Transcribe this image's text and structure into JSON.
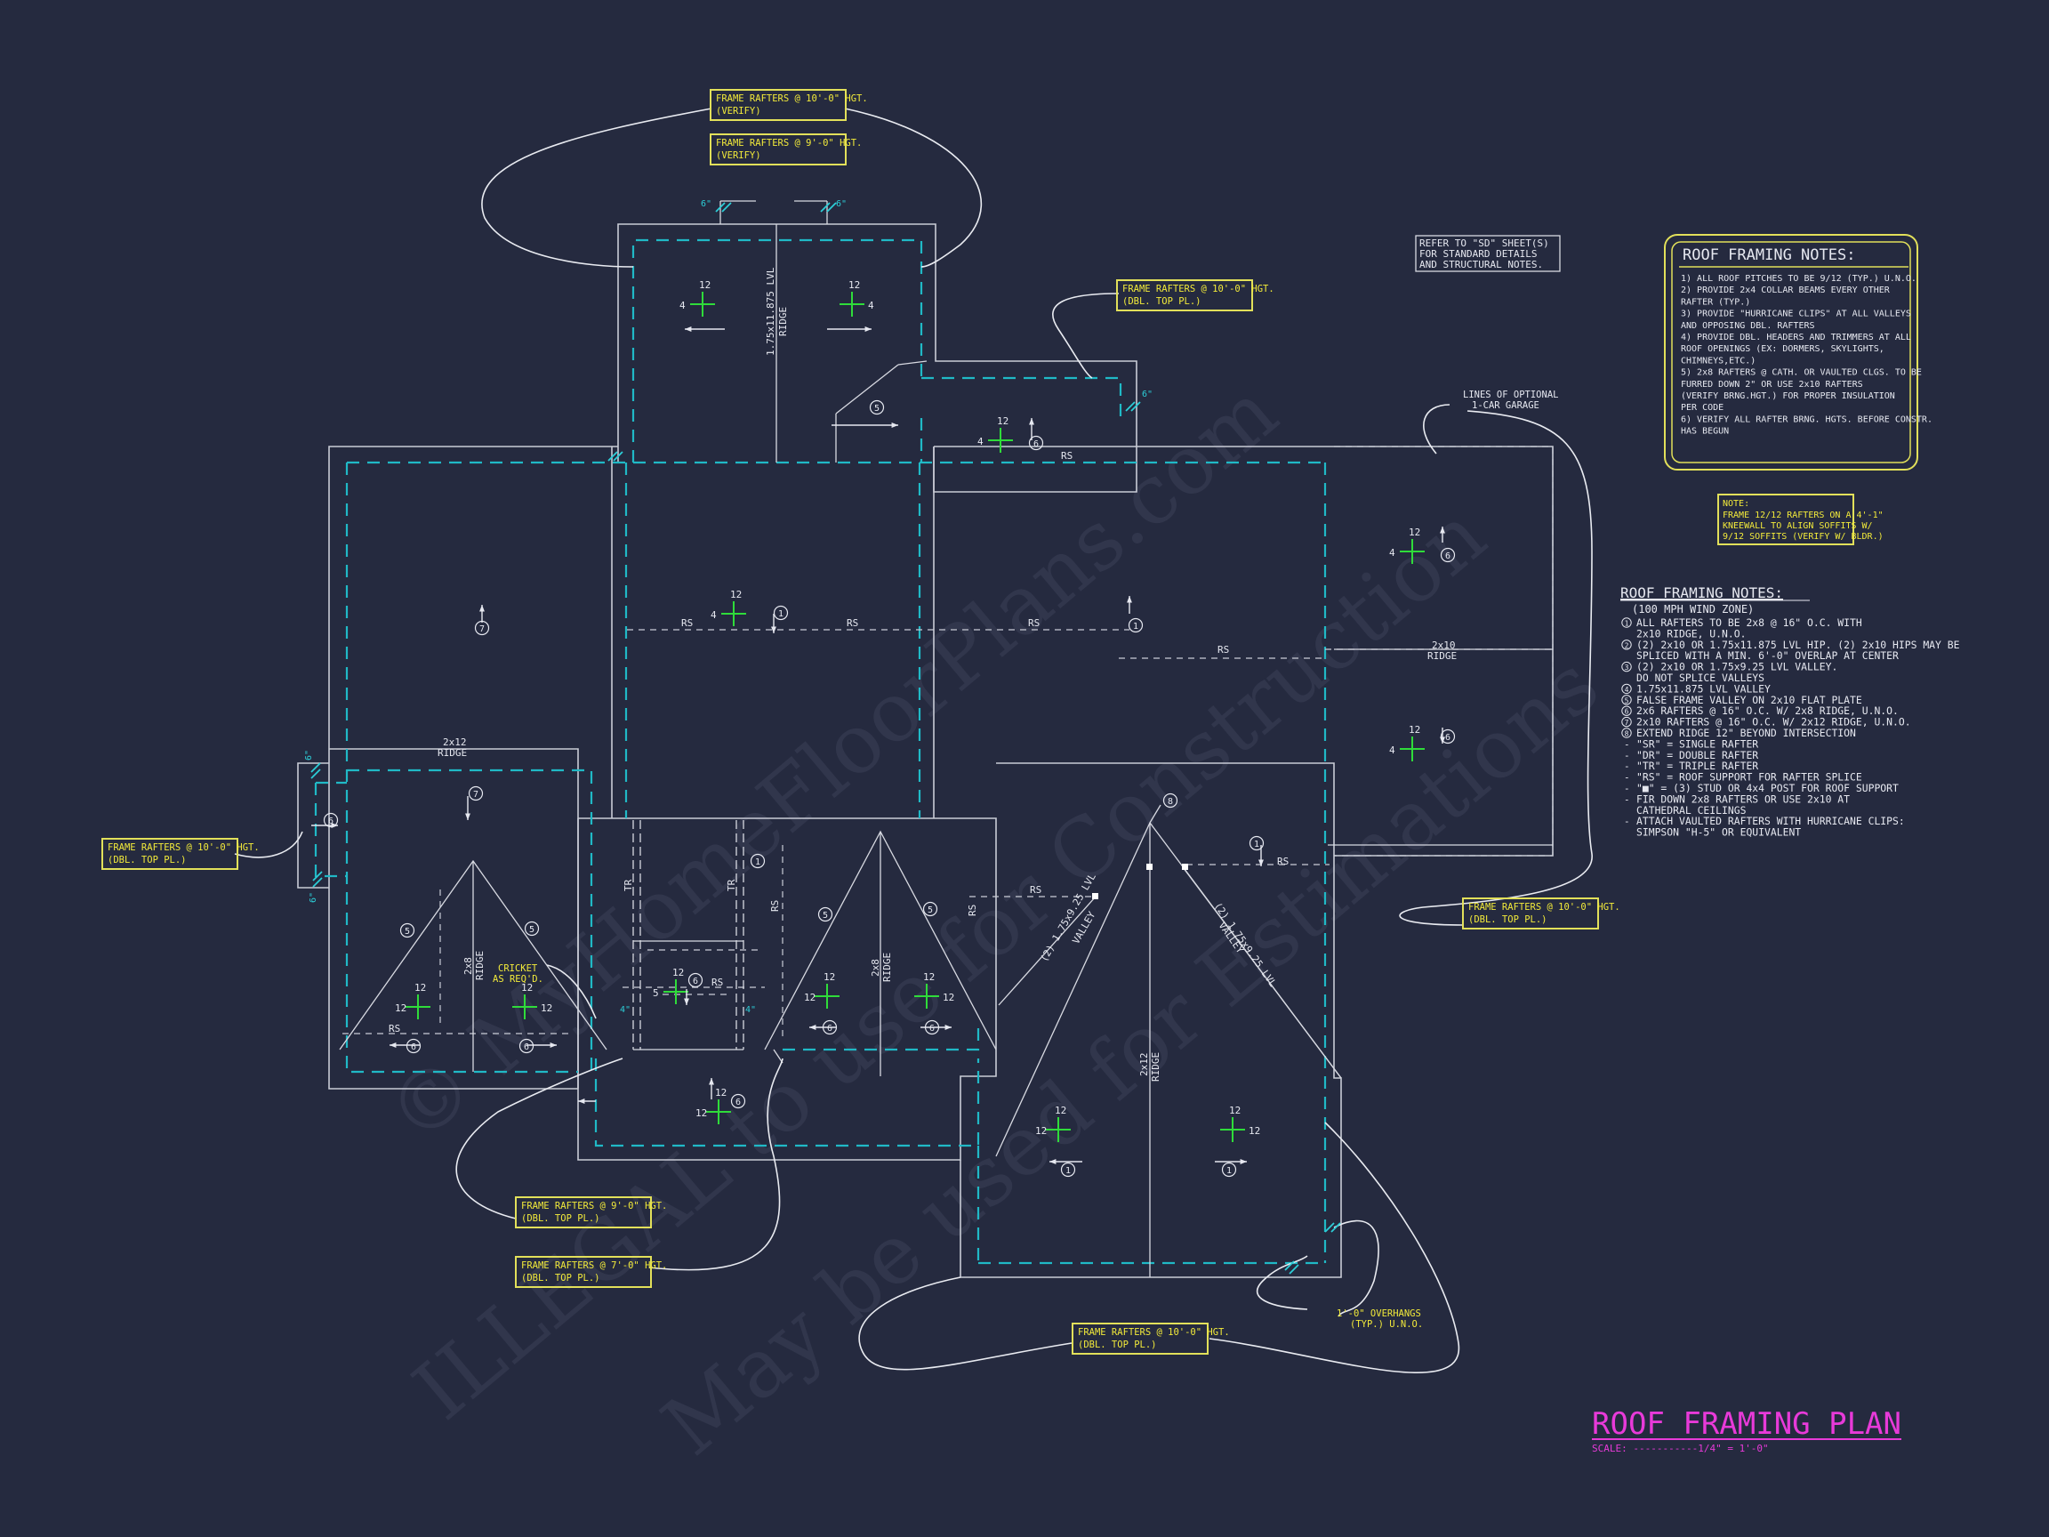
{
  "drawing": {
    "title": "ROOF FRAMING PLAN",
    "scale": "SCALE: -----------1/4\" = 1'-0\""
  },
  "watermark": {
    "line1": "© MyHomeFloorPlans.com",
    "line2": "ILLEGAL to use for Construction",
    "line3": "May be used for Estimations"
  },
  "callouts": {
    "top1": [
      "FRAME RAFTERS @ 10'-0\" HGT.",
      "(VERIFY)"
    ],
    "top2": [
      "FRAME RAFTERS @ 9'-0\" HGT.",
      "(VERIFY)"
    ],
    "upper_right": [
      "FRAME RAFTERS @ 10'-0\" HGT.",
      "(DBL. TOP PL.)"
    ],
    "left": [
      "FRAME RAFTERS @ 10'-0\" HGT.",
      "(DBL. TOP PL.)"
    ],
    "bottom_mid1": [
      "FRAME RAFTERS @ 9'-0\" HGT.",
      "(DBL. TOP PL.)"
    ],
    "bottom_mid2": [
      "FRAME RAFTERS @ 7'-0\" HGT.",
      "(DBL. TOP PL.)"
    ],
    "bottom_center": [
      "FRAME RAFTERS @ 10'-0\" HGT.",
      "(DBL. TOP PL.)"
    ],
    "right": [
      "FRAME RAFTERS @ 10'-0\" HGT.",
      "(DBL. TOP PL.)"
    ]
  },
  "refer_note": [
    "REFER TO \"SD\" SHEET(S)",
    "FOR STANDARD DETAILS",
    "AND STRUCTURAL NOTES."
  ],
  "garage_note": [
    "LINES OF OPTIONAL",
    "1-CAR GARAGE"
  ],
  "overhang_note": [
    "1'-0\" OVERHANGS",
    "(TYP.) U.N.O."
  ],
  "cricket_note": [
    "CRICKET",
    "AS REQ'D."
  ],
  "boxed_notes": {
    "title": "ROOF FRAMING NOTES:",
    "items": [
      "1) ALL ROOF PITCHES TO BE 9/12 (TYP.) U.N.O.",
      "2) PROVIDE 2x4 COLLAR BEAMS EVERY OTHER",
      "   RAFTER (TYP.)",
      "3) PROVIDE \"HURRICANE CLIPS\" AT ALL VALLEYS",
      "   AND OPPOSING DBL. RAFTERS",
      "4) PROVIDE DBL. HEADERS AND TRIMMERS AT ALL",
      "   ROOF OPENINGS (EX: DORMERS, SKYLIGHTS,",
      "   CHIMNEYS,ETC.)",
      "5) 2x8 RAFTERS @ CATH. OR VAULTED CLGS. TO BE",
      "   FURRED DOWN 2\" OR USE 2x10 RAFTERS",
      "   (VERIFY BRNG.HGT.) FOR PROPER INSULATION",
      "   PER CODE",
      "6) VERIFY ALL RAFTER BRNG. HGTS. BEFORE CONSTR.",
      "   HAS BEGUN"
    ]
  },
  "small_note": [
    "NOTE:",
    "FRAME 12/12 RAFTERS ON A 4'-1\"",
    "KNEEWALL TO ALIGN SOFFITS W/",
    "9/12 SOFFITS (VERIFY W/ BLDR.)"
  ],
  "legend": {
    "title": "ROOF FRAMING NOTES:",
    "subtitle": "(100 MPH WIND ZONE)",
    "items": [
      {
        "num": "1",
        "text": "ALL RAFTERS TO BE 2x8 @ 16\" O.C. WITH"
      },
      {
        "num": "",
        "text": "2x10 RIDGE, U.N.O."
      },
      {
        "num": "2",
        "text": "(2) 2x10 OR 1.75x11.875 LVL HIP. (2) 2x10 HIPS MAY BE"
      },
      {
        "num": "",
        "text": "SPLICED WITH A MIN. 6'-0\" OVERLAP AT CENTER"
      },
      {
        "num": "3",
        "text": "(2) 2x10 OR 1.75x9.25 LVL VALLEY."
      },
      {
        "num": "",
        "text": "DO NOT SPLICE VALLEYS"
      },
      {
        "num": "4",
        "text": "1.75x11.875 LVL VALLEY"
      },
      {
        "num": "5",
        "text": "FALSE FRAME VALLEY ON 2x10 FLAT PLATE"
      },
      {
        "num": "6",
        "text": "2x6 RAFTERS @ 16\" O.C. W/ 2x8 RIDGE, U.N.O."
      },
      {
        "num": "7",
        "text": "2x10 RAFTERS @ 16\" O.C. W/ 2x12 RIDGE, U.N.O."
      },
      {
        "num": "8",
        "text": "EXTEND RIDGE 12\" BEYOND INTERSECTION"
      },
      {
        "num": "-",
        "text": "\"SR\" = SINGLE RAFTER"
      },
      {
        "num": "-",
        "text": "\"DR\" = DOUBLE RAFTER"
      },
      {
        "num": "-",
        "text": "\"TR\" = TRIPLE RAFTER"
      },
      {
        "num": "-",
        "text": "\"RS\" = ROOF SUPPORT FOR RAFTER SPLICE"
      },
      {
        "num": "-",
        "text": "\"■\" = (3) STUD OR 4x4 POST FOR ROOF SUPPORT"
      },
      {
        "num": "-",
        "text": "FIR DOWN 2x8 RAFTERS OR USE 2x10 AT"
      },
      {
        "num": "",
        "text": "CATHEDRAL CEILINGS"
      },
      {
        "num": "-",
        "text": "ATTACH VAULTED RAFTERS WITH HURRICANE CLIPS:"
      },
      {
        "num": "",
        "text": "SIMPSON \"H-5\" OR EQUIVALENT"
      }
    ]
  },
  "plan_labels": {
    "top_ridge": "1.75x11.875 LVL",
    "top_ridge_sub": "RIDGE",
    "ridge_2x12": "2x12",
    "ridge_word": "RIDGE",
    "ridge_2x10": "2x10",
    "ridge_2x8": "2x8",
    "valley_label": "(2) 1.75x9.25 LVL",
    "valley_word": "VALLEY",
    "rs": "RS",
    "tr": "TR",
    "pitch12": "12",
    "pitch4": "4",
    "pitch5": "5",
    "six_in": "6\"",
    "four_in": "4\"",
    "n1": "1",
    "n5": "5",
    "n6": "6",
    "n7": "7",
    "n8": "8"
  },
  "colors": {
    "background": "#252a3f",
    "line": "#c9ccd6",
    "cyan": "#20b9c6",
    "yellow": "#f2ea3a",
    "green": "#2fdc3a",
    "magenta": "#e83ad9"
  }
}
